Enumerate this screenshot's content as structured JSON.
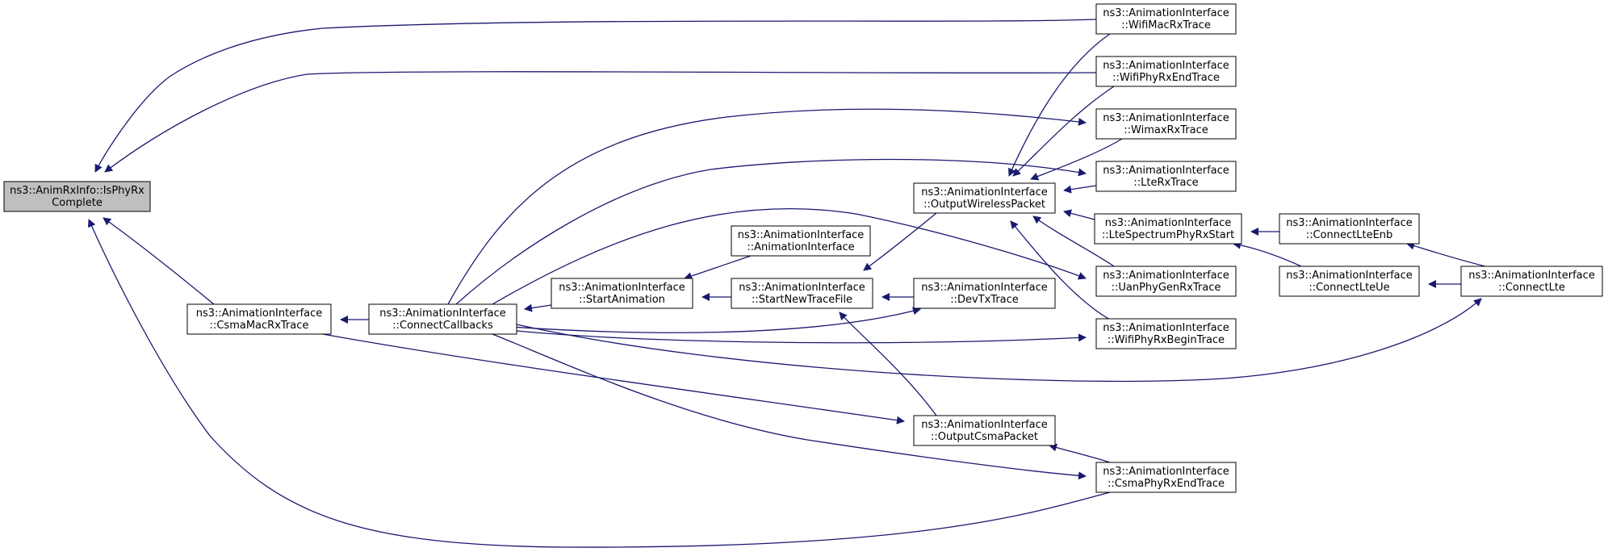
{
  "diagram": {
    "colors": {
      "edge": "#191970",
      "node_fill": "#ffffff",
      "root_fill": "#bfbfbf",
      "node_stroke": "#000000"
    },
    "nodes": [
      {
        "id": "isphyrx",
        "lines": [
          "ns3::AnimRxInfo::IsPhyRx",
          "Complete"
        ],
        "root": true
      },
      {
        "id": "csmamacrx",
        "lines": [
          "ns3::AnimationInterface",
          "::CsmaMacRxTrace"
        ]
      },
      {
        "id": "connectcb",
        "lines": [
          "ns3::AnimationInterface",
          "::ConnectCallbacks"
        ]
      },
      {
        "id": "startanim",
        "lines": [
          "ns3::AnimationInterface",
          "::StartAnimation"
        ]
      },
      {
        "id": "animiface",
        "lines": [
          "ns3::AnimationInterface",
          "::AnimationInterface"
        ]
      },
      {
        "id": "startnewtrace",
        "lines": [
          "ns3::AnimationInterface",
          "::StartNewTraceFile"
        ]
      },
      {
        "id": "devtx",
        "lines": [
          "ns3::AnimationInterface",
          "::DevTxTrace"
        ]
      },
      {
        "id": "outwireless",
        "lines": [
          "ns3::AnimationInterface",
          "::OutputWirelessPacket"
        ]
      },
      {
        "id": "outcsma",
        "lines": [
          "ns3::AnimationInterface",
          "::OutputCsmaPacket"
        ]
      },
      {
        "id": "wifimacrx",
        "lines": [
          "ns3::AnimationInterface",
          "::WifiMacRxTrace"
        ]
      },
      {
        "id": "wifiphyrxend",
        "lines": [
          "ns3::AnimationInterface",
          "::WifiPhyRxEndTrace"
        ]
      },
      {
        "id": "wimaxrx",
        "lines": [
          "ns3::AnimationInterface",
          "::WimaxRxTrace"
        ]
      },
      {
        "id": "lterx",
        "lines": [
          "ns3::AnimationInterface",
          "::LteRxTrace"
        ]
      },
      {
        "id": "ltespectrum",
        "lines": [
          "ns3::AnimationInterface",
          "::LteSpectrumPhyRxStart"
        ]
      },
      {
        "id": "uanphygen",
        "lines": [
          "ns3::AnimationInterface",
          "::UanPhyGenRxTrace"
        ]
      },
      {
        "id": "wifiphyrxbegin",
        "lines": [
          "ns3::AnimationInterface",
          "::WifiPhyRxBeginTrace"
        ]
      },
      {
        "id": "csmaphyrxend",
        "lines": [
          "ns3::AnimationInterface",
          "::CsmaPhyRxEndTrace"
        ]
      },
      {
        "id": "connectlteenb",
        "lines": [
          "ns3::AnimationInterface",
          "::ConnectLteEnb"
        ]
      },
      {
        "id": "connectlteue",
        "lines": [
          "ns3::AnimationInterface",
          "::ConnectLteUe"
        ]
      },
      {
        "id": "connectlte",
        "lines": [
          "ns3::AnimationInterface",
          "::ConnectLte"
        ]
      }
    ],
    "edges": [
      {
        "from": "wifimacrx",
        "to": "isphyrx"
      },
      {
        "from": "wifiphyrxend",
        "to": "isphyrx"
      },
      {
        "from": "csmamacrx",
        "to": "isphyrx"
      },
      {
        "from": "csmaphyrxend",
        "to": "isphyrx"
      },
      {
        "from": "connectcb",
        "to": "csmamacrx"
      },
      {
        "from": "startanim",
        "to": "connectcb"
      },
      {
        "from": "animiface",
        "to": "startanim"
      },
      {
        "from": "startnewtrace",
        "to": "startanim"
      },
      {
        "from": "devtx",
        "to": "startnewtrace"
      },
      {
        "from": "outwireless",
        "to": "startnewtrace"
      },
      {
        "from": "outcsma",
        "to": "startnewtrace"
      },
      {
        "from": "wifimacrx",
        "to": "outwireless"
      },
      {
        "from": "wifiphyrxend",
        "to": "outwireless"
      },
      {
        "from": "wimaxrx",
        "to": "outwireless"
      },
      {
        "from": "lterx",
        "to": "outwireless"
      },
      {
        "from": "ltespectrum",
        "to": "outwireless"
      },
      {
        "from": "uanphygen",
        "to": "outwireless"
      },
      {
        "from": "wifiphyrxbegin",
        "to": "outwireless"
      },
      {
        "from": "csmamacrx",
        "to": "outcsma"
      },
      {
        "from": "csmaphyrxend",
        "to": "outcsma"
      },
      {
        "from": "connectcb",
        "to": "devtx"
      },
      {
        "from": "connectcb",
        "to": "wimaxrx"
      },
      {
        "from": "connectcb",
        "to": "lterx"
      },
      {
        "from": "connectcb",
        "to": "uanphygen"
      },
      {
        "from": "connectcb",
        "to": "wifiphyrxbegin"
      },
      {
        "from": "connectcb",
        "to": "csmaphyrxend"
      },
      {
        "from": "connectcb",
        "to": "connectlte"
      },
      {
        "from": "connectlteenb",
        "to": "ltespectrum"
      },
      {
        "from": "connectlteue",
        "to": "ltespectrum"
      },
      {
        "from": "connectlte",
        "to": "connectlteenb"
      },
      {
        "from": "connectlte",
        "to": "connectlteue"
      }
    ]
  }
}
